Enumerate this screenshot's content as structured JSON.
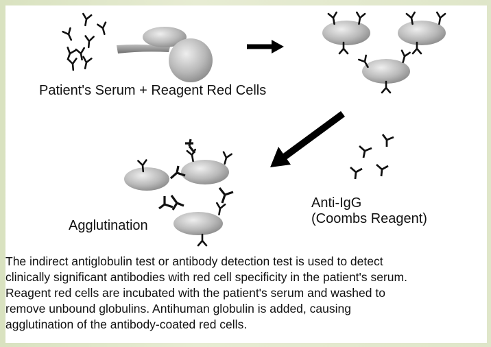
{
  "labels": {
    "serum": "Patient's Serum + Reagent Red Cells",
    "agglutination": "Agglutination",
    "anti_igg_1": "Anti-IgG",
    "anti_igg_2": "(Coombs Reagent)"
  },
  "caption": [
    "The indirect antiglobulin test or antibody detection test is used to detect",
    "clinically significant antibodies with red cell specificity in the patient's serum.",
    "Reagent red cells are incubated with the patient's serum and washed to",
    "remove unbound globulins. Antihuman globulin is added, causing",
    "agglutination of the antibody-coated red cells."
  ],
  "colors": {
    "cell_light": "#e6e6e6",
    "cell_dark": "#8f8f8f",
    "ink": "#111111",
    "background": "#dfe6c9"
  }
}
